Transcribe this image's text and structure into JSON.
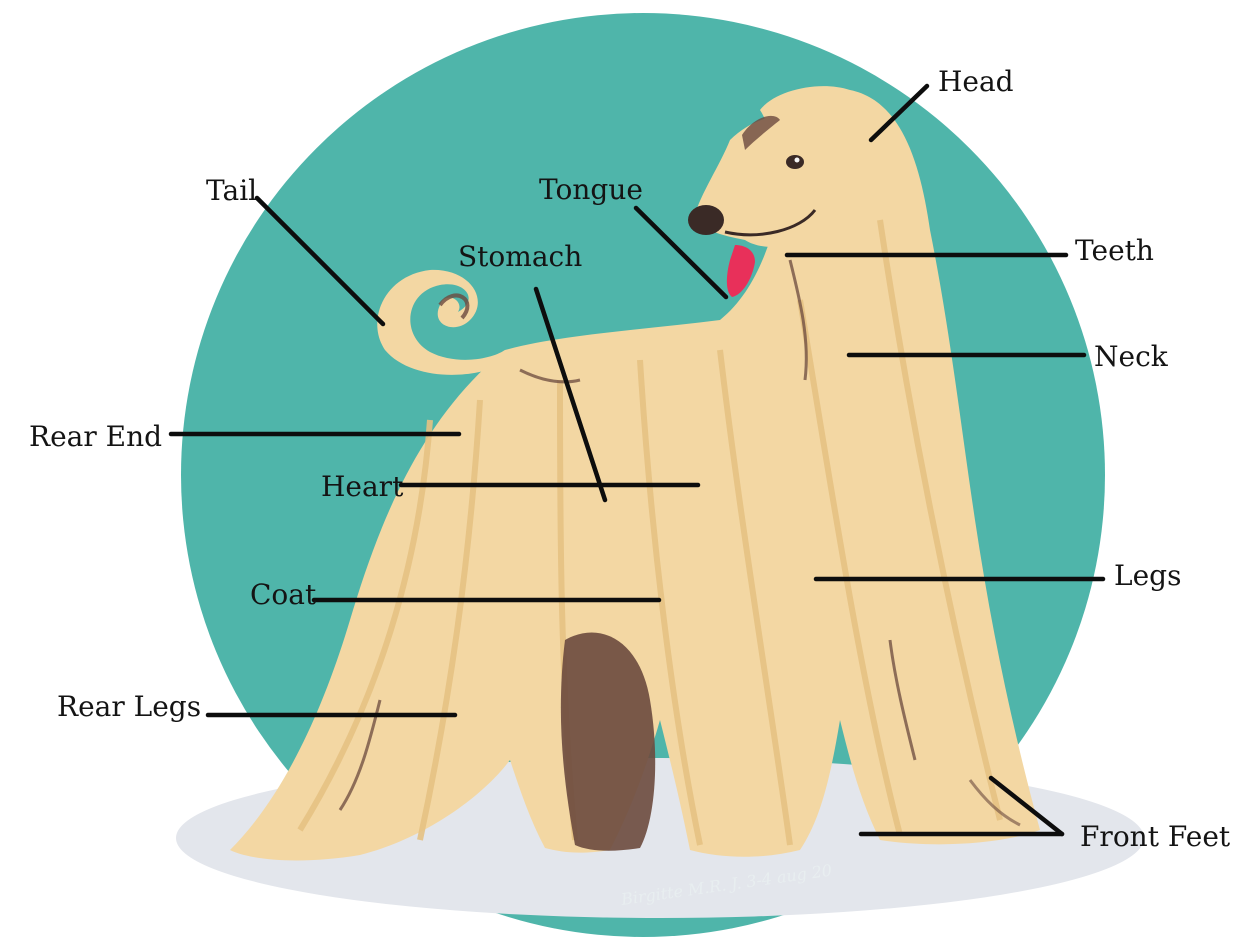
{
  "colors": {
    "background_circle": "#4fb5aa",
    "ground_shadow": "#e3e6ec",
    "fur_light": "#f3d7a3",
    "fur_mid": "#e6c283",
    "fur_dark": "#6b4a3e",
    "tongue": "#e8305a",
    "nose": "#3a2a26",
    "leader_lines": "#0d0d0d",
    "label_text": "#141414"
  },
  "illustration": {
    "subject": "afghan-hound",
    "signature": "Birgitte M.R. J. 3-4 aug 20"
  },
  "labels": {
    "head": "Head",
    "tail": "Tail",
    "tongue": "Tongue",
    "stomach": "Stomach",
    "teeth": "Teeth",
    "neck": "Neck",
    "rear_end": "Rear End",
    "heart": "Heart",
    "coat": "Coat",
    "legs": "Legs",
    "rear_legs": "Rear Legs",
    "front_feet": "Front Feet"
  }
}
